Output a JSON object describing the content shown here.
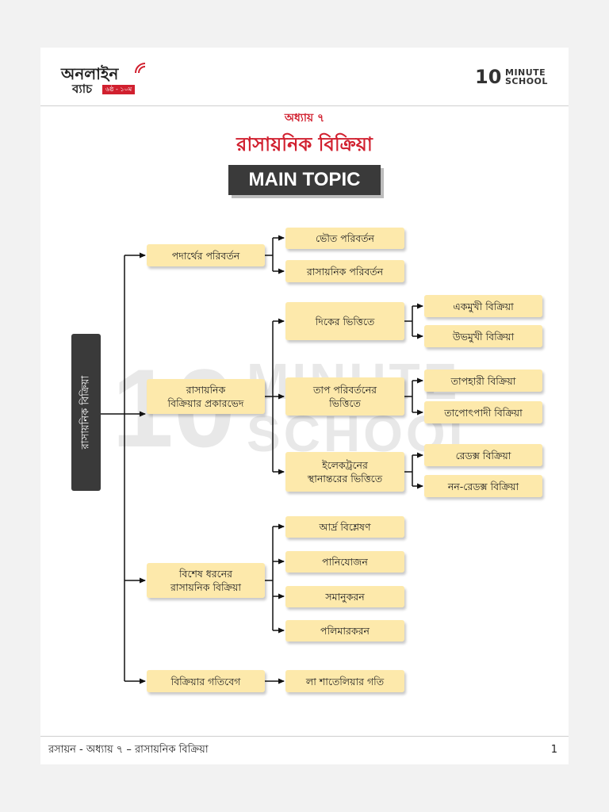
{
  "header": {
    "brand_line1": "অনলাইন",
    "brand_line2": "ব্যাচ",
    "brand_badge": "৬ষ্ঠ - ১০ম",
    "school_ten": "10",
    "school_minute": "MINUTE",
    "school_school": "SCHOOL"
  },
  "chapter": "অধ্যায় ৭",
  "title": "রাসায়নিক বিক্রিয়া",
  "main_topic": "MAIN TOPIC",
  "watermark": {
    "ten": "10",
    "minute": "MINUTE",
    "school": "SCHOOL"
  },
  "tree": {
    "root": "রাসায়নিক বিক্রিয়া",
    "branches": [
      {
        "label": "পদার্থের পরিবর্তন",
        "children": [
          {
            "label": "ভৌত পরিবর্তন"
          },
          {
            "label": "রাসায়নিক পরিবর্তন"
          }
        ]
      },
      {
        "label_line1": "রাসায়নিক",
        "label_line2": "বিক্রিয়ার প্রকারভেদ",
        "children": [
          {
            "label": "দিকের ভিত্তিতে",
            "leaves": [
              "একমুখী বিক্রিয়া",
              "উভমুখী বিক্রিয়া"
            ]
          },
          {
            "label_line1": "তাপ পরিবর্তনের",
            "label_line2": "ভিত্তিতে",
            "leaves": [
              "তাপহারী বিক্রিয়া",
              "তাপোৎপাদী বিক্রিয়া"
            ]
          },
          {
            "label_line1": "ইলেকট্রনের",
            "label_line2": "স্থানান্তরের ভিত্তিতে",
            "leaves": [
              "রেডক্স বিক্রিয়া",
              "নন-রেডক্স বিক্রিয়া"
            ]
          }
        ]
      },
      {
        "label_line1": "বিশেষ ধরনের",
        "label_line2": "রাসায়নিক বিক্রিয়া",
        "children": [
          {
            "label": "আর্দ্র বিশ্লেষণ"
          },
          {
            "label": "পানিযোজন"
          },
          {
            "label": "সমানুকরন"
          },
          {
            "label": "পলিমারকরন"
          }
        ]
      },
      {
        "label": "বিক্রিয়ার গতিবেগ",
        "children": [
          {
            "label": "লা শাতেলিয়ার গতি"
          }
        ]
      }
    ]
  },
  "footer": {
    "text": "রসায়ন - অধ্যায় ৭ – রাসায়নিক বিক্রিয়া",
    "page": "1"
  },
  "colors": {
    "accent_red": "#d1202f",
    "box_fill": "#fde9ab",
    "dark_box": "#3a3a3a"
  }
}
